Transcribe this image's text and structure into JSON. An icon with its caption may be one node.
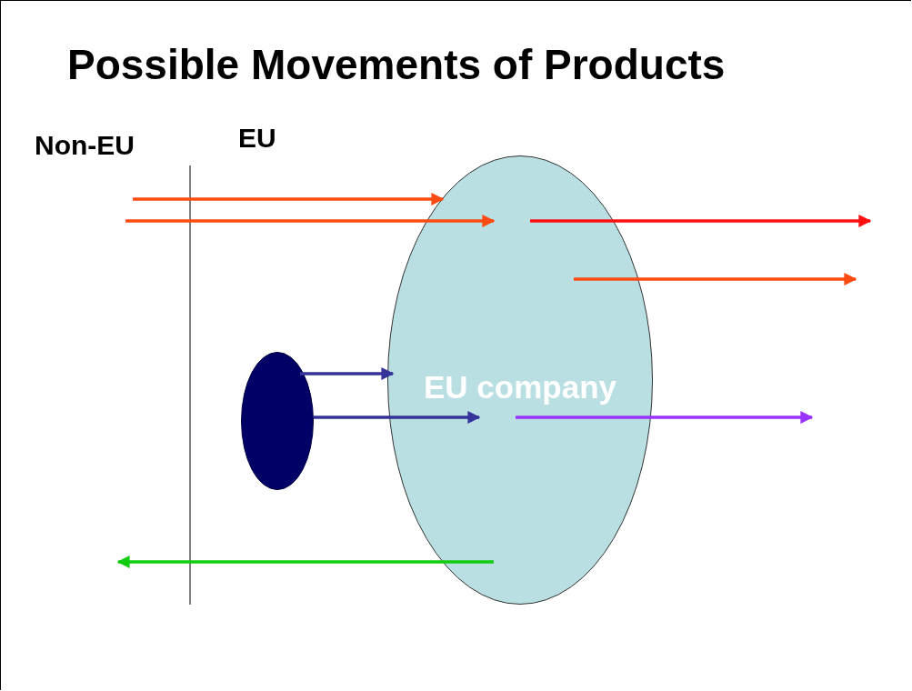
{
  "diagram": {
    "title": "Possible Movements of Products",
    "nodes": [
      {
        "text": [
          "EU company"
        ]
      },
      {
        "text": [],
        "shape": "ellipse"
      }
    ],
    "edges": [
      {
        "from": null,
        "to": 0,
        "arrow": "to",
        "color": "#ff4a12"
      },
      {
        "from": null,
        "to": 0,
        "arrow": "to",
        "color": "#ff4a12"
      },
      {
        "from": 0,
        "to": null,
        "arrow": "to",
        "color": "#ff1010"
      },
      {
        "from": 0,
        "to": null,
        "arrow": "to",
        "color": "#ff4a12"
      },
      {
        "from": 1,
        "to": 0,
        "arrow": "to",
        "color": "#333399"
      },
      {
        "from": 1,
        "to": 0,
        "arrow": "to",
        "color": "#333399"
      },
      {
        "from": 0,
        "to": null,
        "arrow": "to",
        "color": "#9933ff"
      },
      {
        "from": 0,
        "to": null,
        "arrow": "to",
        "color": "#11cc11"
      }
    ],
    "labels": [
      "Non-EU",
      "EU"
    ]
  }
}
